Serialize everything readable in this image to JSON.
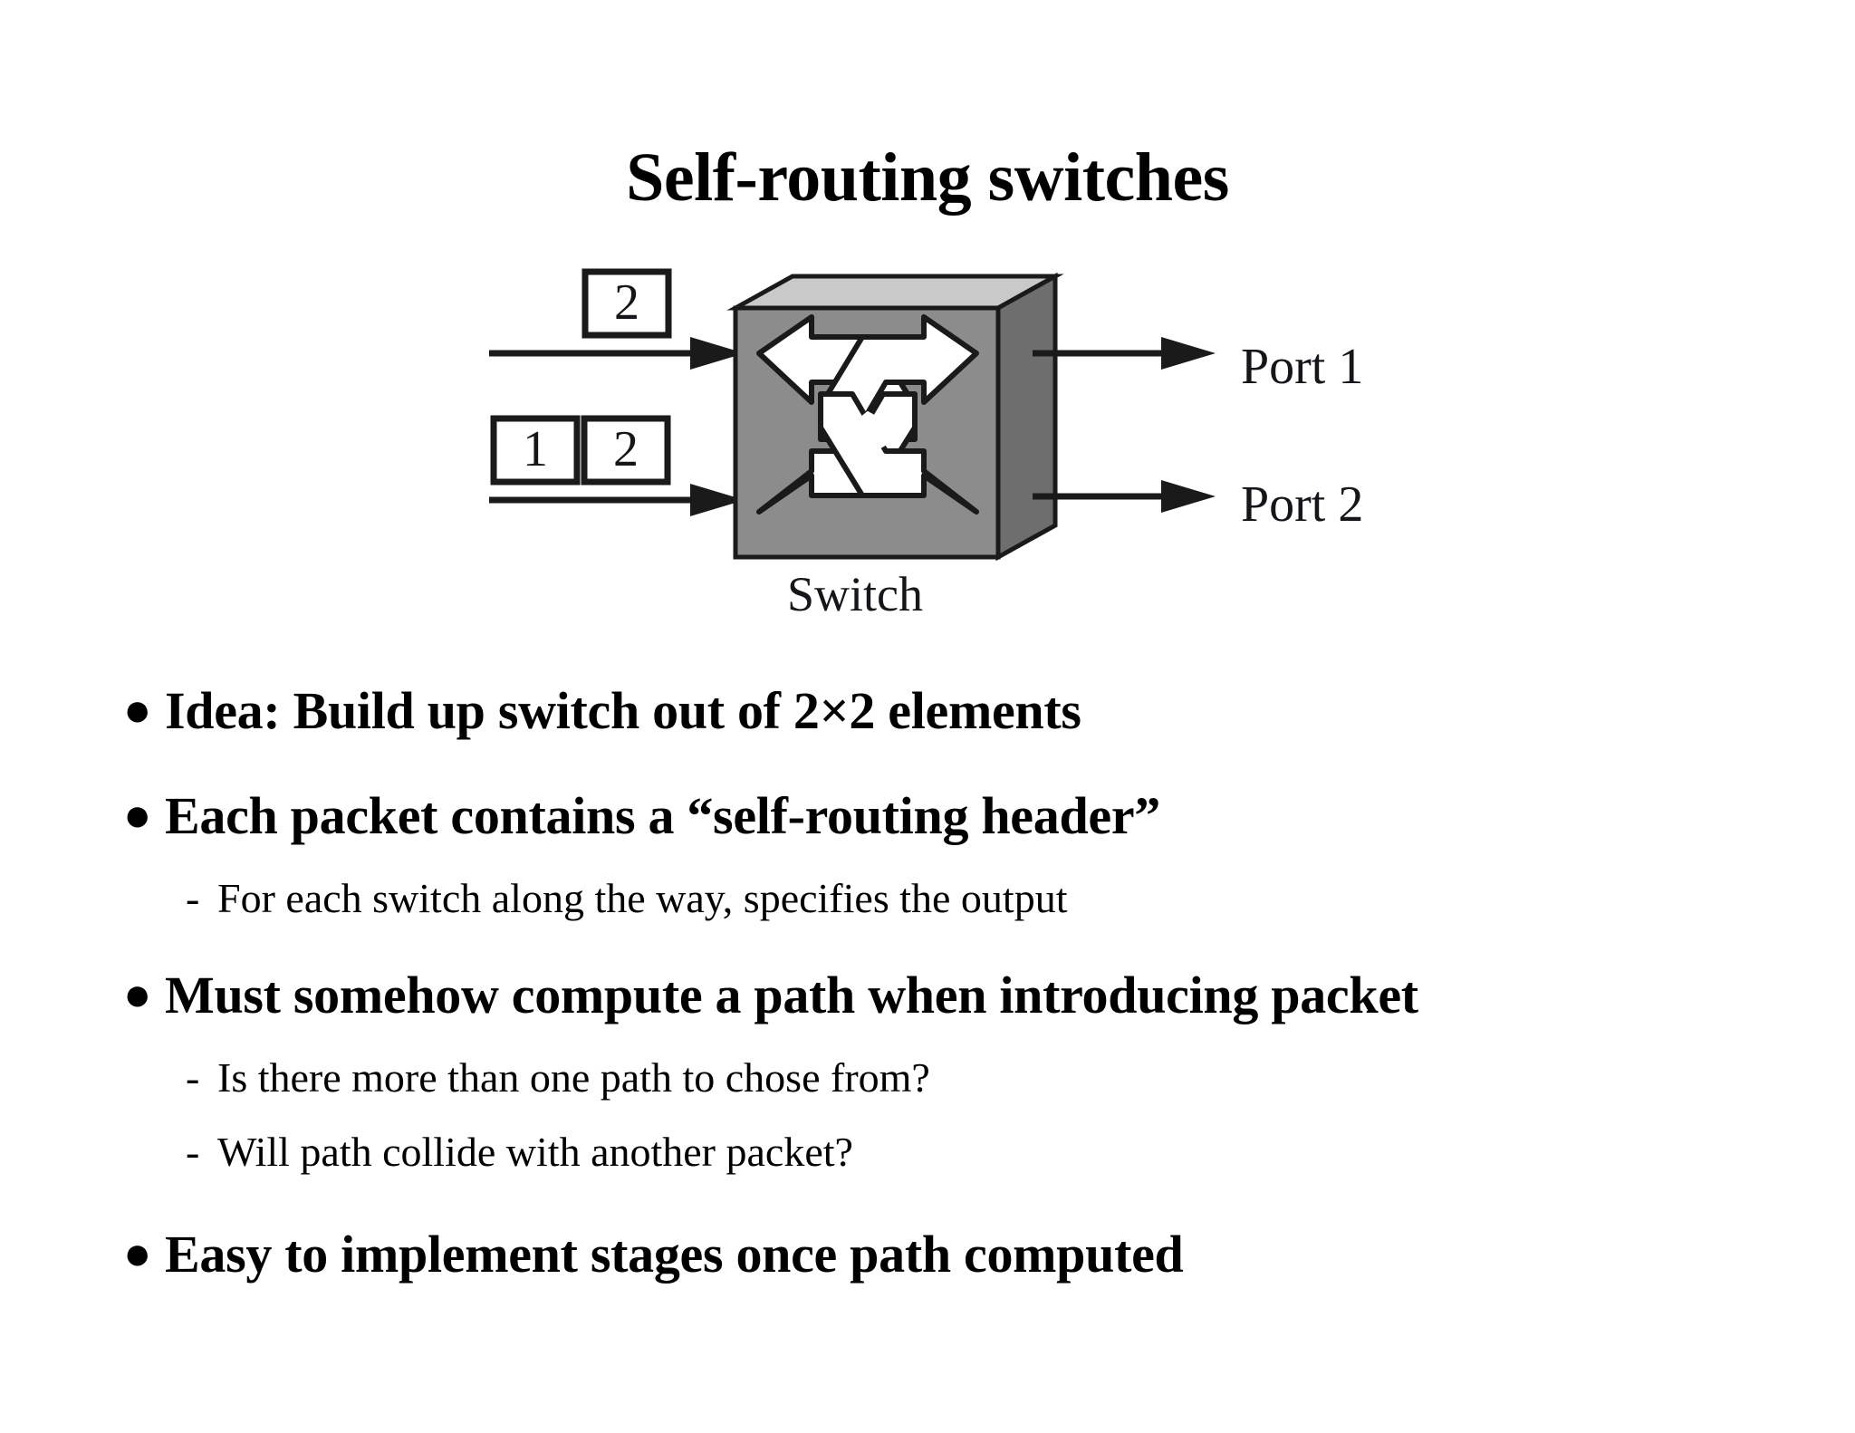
{
  "slide": {
    "title": "Self-routing switches",
    "background_color": "#ffffff",
    "text_color": "#000000"
  },
  "diagram": {
    "name": "self-routing-switch-diagram",
    "switch_label": "Switch",
    "switch_colors": {
      "front_face": "#8c8c8c",
      "top_face": "#c9c9c9",
      "side_face": "#6e6e6e",
      "arrow_fill": "#ffffff",
      "outline": "#1a1a1a"
    },
    "input_ports": [
      {
        "name": "input-port-top",
        "header_cells": [
          "2"
        ],
        "arrow_label": ""
      },
      {
        "name": "input-port-bottom",
        "header_cells": [
          "1",
          "2"
        ],
        "arrow_label": ""
      }
    ],
    "output_ports": [
      {
        "name": "output-port-1",
        "label": "Port 1"
      },
      {
        "name": "output-port-2",
        "label": "Port 2"
      }
    ]
  },
  "content": {
    "bullet_char": "●",
    "dash_char": "-",
    "items": [
      {
        "level": 1,
        "text": "Idea: Build up switch out of 2×2 elements",
        "name": "bullet-idea-build-up-switch"
      },
      {
        "level": 1,
        "text": "Each packet contains a “self-routing header”",
        "name": "bullet-each-packet-contains-header"
      },
      {
        "level": 2,
        "text": "For each switch along the way, specifies the output",
        "name": "subbullet-for-each-switch-specifies-output"
      },
      {
        "level": 1,
        "text": "Must somehow compute a path when introducing packet",
        "name": "bullet-must-compute-path"
      },
      {
        "level": 2,
        "text": "Is there more than one path to chose from?",
        "name": "subbullet-more-than-one-path"
      },
      {
        "level": 2,
        "text": "Will path collide with another packet?",
        "name": "subbullet-path-collide"
      },
      {
        "level": 1,
        "text": "Easy to implement stages once path computed",
        "name": "bullet-easy-to-implement-stages"
      }
    ]
  }
}
